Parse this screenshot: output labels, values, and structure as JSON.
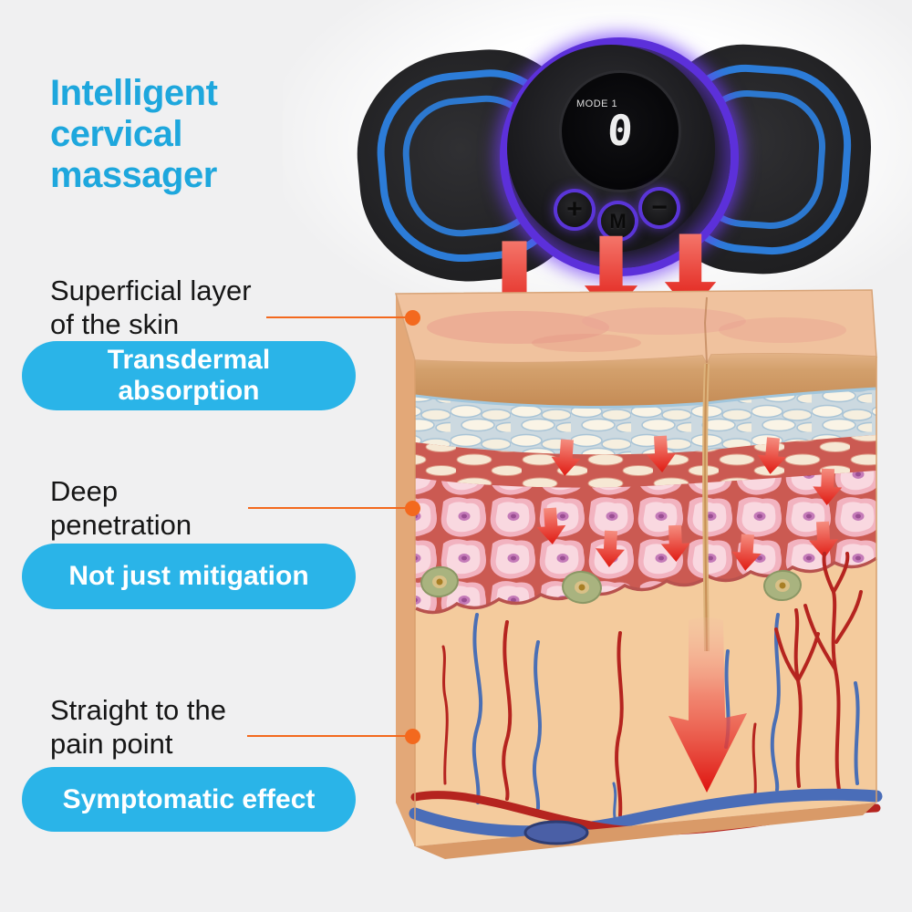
{
  "colors": {
    "background": "#f0f0f1",
    "title_blue": "#1ea7dd",
    "pill_blue": "#2ab4e8",
    "connector_orange": "#f3691e",
    "arrow_red": "#e62a20",
    "pad_stripe_blue": "#2c7cd8",
    "glow_purple": "#5c30da"
  },
  "title": {
    "lines": [
      "Intelligent",
      "cervical",
      "massager"
    ]
  },
  "device": {
    "display": {
      "mode": "MODE 1",
      "digit": "0"
    },
    "buttons": [
      {
        "id": "plus",
        "label": "+"
      },
      {
        "id": "mode",
        "label": "M"
      },
      {
        "id": "minus",
        "label": "−"
      }
    ]
  },
  "annotations": [
    {
      "label": [
        "Superficial layer",
        "of the skin"
      ],
      "pill": [
        "Transdermal",
        "absorption"
      ]
    },
    {
      "label": [
        "Deep",
        "penetration"
      ],
      "pill": [
        "Not just mitigation"
      ]
    },
    {
      "label": [
        "Straight to the",
        "pain point"
      ],
      "pill": [
        "Symptomatic effect"
      ]
    }
  ]
}
